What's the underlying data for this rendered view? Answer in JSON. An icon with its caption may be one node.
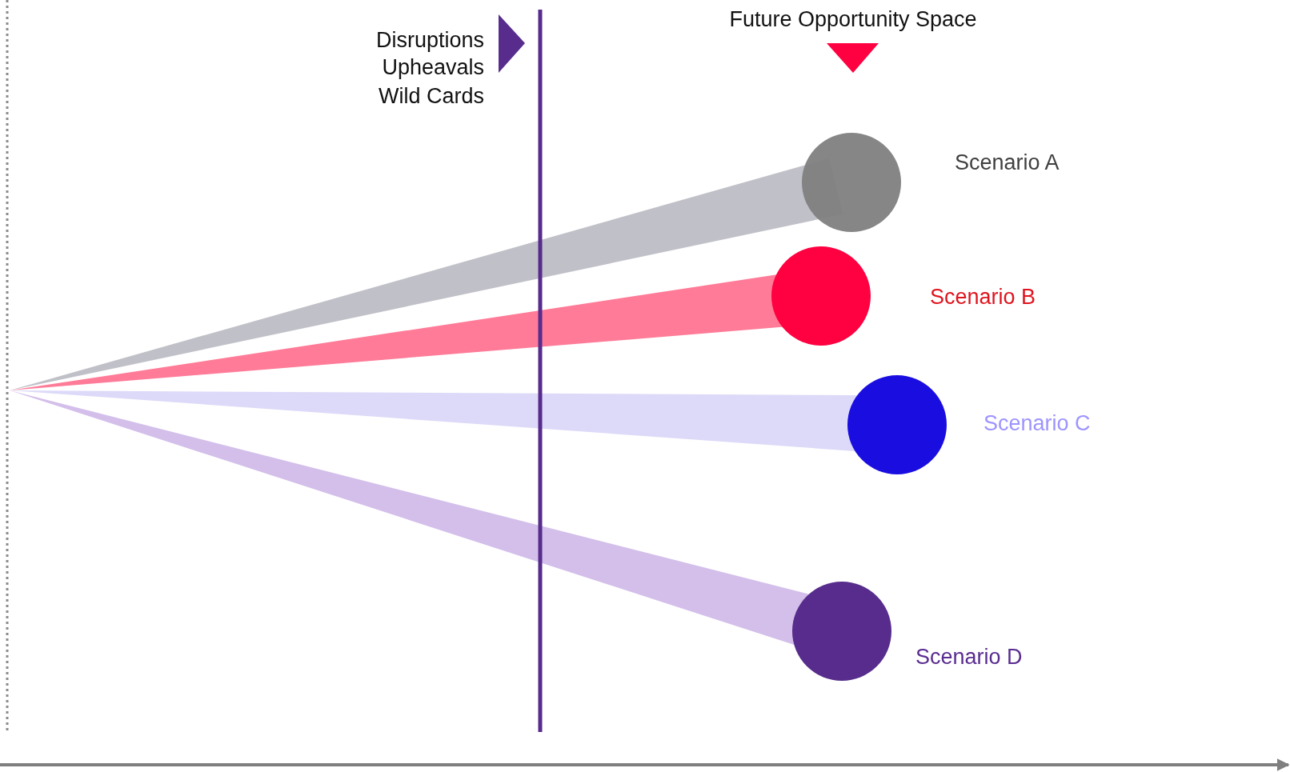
{
  "diagram": {
    "nodes": [
      {
        "text": [],
        "shape": "circle",
        "beside": [
          "Scenario A"
        ]
      },
      {
        "text": [],
        "shape": "circle",
        "beside": [
          "Scenario B"
        ]
      },
      {
        "text": [],
        "shape": "circle",
        "beside": [
          "Scenario C"
        ]
      },
      {
        "text": [],
        "shape": "circle",
        "beside": [
          "Scenario D"
        ]
      }
    ],
    "labels": [
      "Future Opportunity Space",
      "Disruptions",
      "Upheavals",
      "Wild Cards"
    ]
  }
}
